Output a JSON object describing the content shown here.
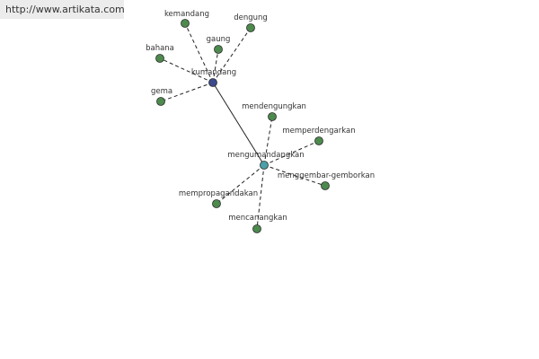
{
  "watermark": {
    "url": "http://www.artikata.com"
  },
  "colors": {
    "leaf": "#4d8a4d",
    "hub_primary": "#3b4a8c",
    "hub_secondary": "#4aa0a8",
    "edge": "#222222"
  },
  "graph": {
    "hubs": [
      {
        "id": "kumandang",
        "label": "kumandang",
        "kind": "primary"
      },
      {
        "id": "mengumandangkan",
        "label": "mengumandangkan",
        "kind": "secondary"
      }
    ],
    "links": [
      {
        "from": "kumandang",
        "to": "mengumandangkan"
      }
    ],
    "leaves": [
      {
        "hub": "kumandang",
        "label": "kemandang"
      },
      {
        "hub": "kumandang",
        "label": "dengung"
      },
      {
        "hub": "kumandang",
        "label": "gaung"
      },
      {
        "hub": "kumandang",
        "label": "bahana"
      },
      {
        "hub": "kumandang",
        "label": "gema"
      },
      {
        "hub": "mengumandangkan",
        "label": "mendengungkan"
      },
      {
        "hub": "mengumandangkan",
        "label": "memperdengarkan"
      },
      {
        "hub": "mengumandangkan",
        "label": "menggembar-gemborkan"
      },
      {
        "hub": "mengumandangkan",
        "label": "mempropagandakan"
      },
      {
        "hub": "mengumandangkan",
        "label": "mencanangkan"
      }
    ]
  }
}
